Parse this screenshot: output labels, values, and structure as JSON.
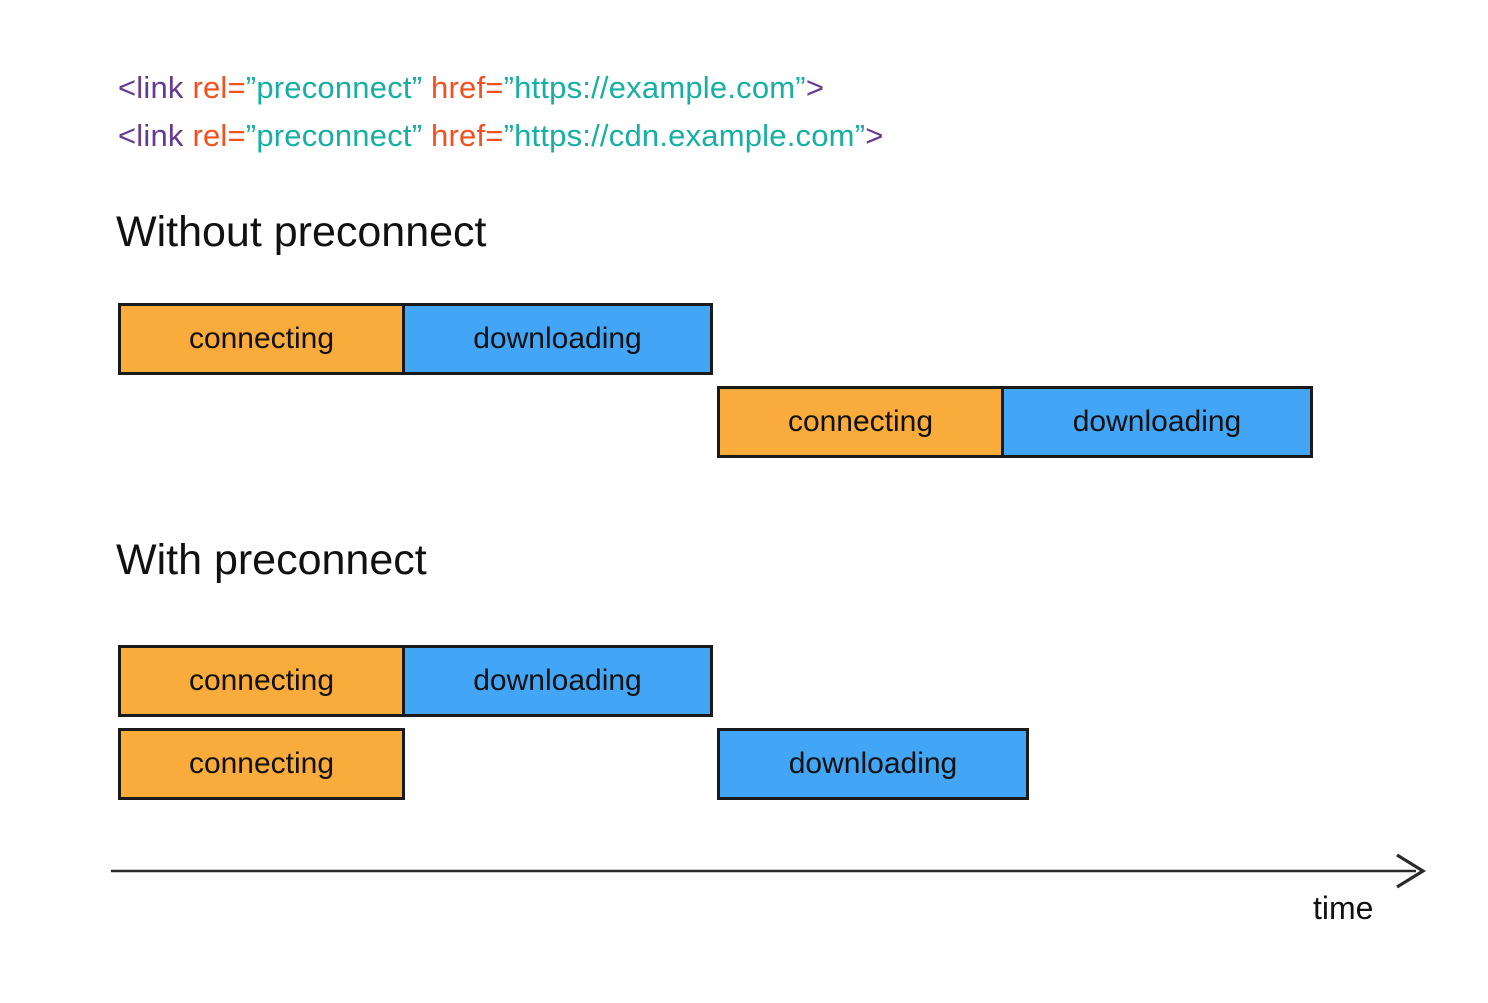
{
  "colors": {
    "tag_purple": "#673A93",
    "attr_orange": "#F4511E",
    "value_teal": "#16B0A2",
    "bar_connecting": "#F9AB3B",
    "bar_downloading": "#42A5F5",
    "bar_border": "#1A1A1A",
    "text": "#111111",
    "axis": "#2B2B2B"
  },
  "code": {
    "lines": [
      {
        "tokens": [
          {
            "text": "<link ",
            "type": "tag"
          },
          {
            "text": "rel=",
            "type": "attr"
          },
          {
            "text": "”preconnect” ",
            "type": "value"
          },
          {
            "text": "href=",
            "type": "attr"
          },
          {
            "text": "”https://example.com”",
            "type": "value"
          },
          {
            "text": ">",
            "type": "tag"
          }
        ]
      },
      {
        "tokens": [
          {
            "text": "<link ",
            "type": "tag"
          },
          {
            "text": "rel=",
            "type": "attr"
          },
          {
            "text": "”preconnect” ",
            "type": "value"
          },
          {
            "text": "href=",
            "type": "attr"
          },
          {
            "text": "”https://cdn.example.com”",
            "type": "value"
          },
          {
            "text": ">",
            "type": "tag"
          }
        ]
      }
    ]
  },
  "sections": [
    {
      "heading": "Without preconnect",
      "rows": [
        {
          "segments": [
            {
              "label": "connecting",
              "phase": "connecting"
            },
            {
              "label": "downloading",
              "phase": "downloading"
            }
          ]
        },
        {
          "segments": [
            {
              "label": "connecting",
              "phase": "connecting"
            },
            {
              "label": "downloading",
              "phase": "downloading"
            }
          ]
        }
      ]
    },
    {
      "heading": "With preconnect",
      "rows": [
        {
          "segments": [
            {
              "label": "connecting",
              "phase": "connecting"
            },
            {
              "label": "downloading",
              "phase": "downloading"
            }
          ]
        },
        {
          "segments": [
            {
              "label": "connecting",
              "phase": "connecting"
            },
            {
              "label": "downloading",
              "phase": "downloading"
            }
          ]
        }
      ]
    }
  ],
  "axis": {
    "label": "time"
  }
}
